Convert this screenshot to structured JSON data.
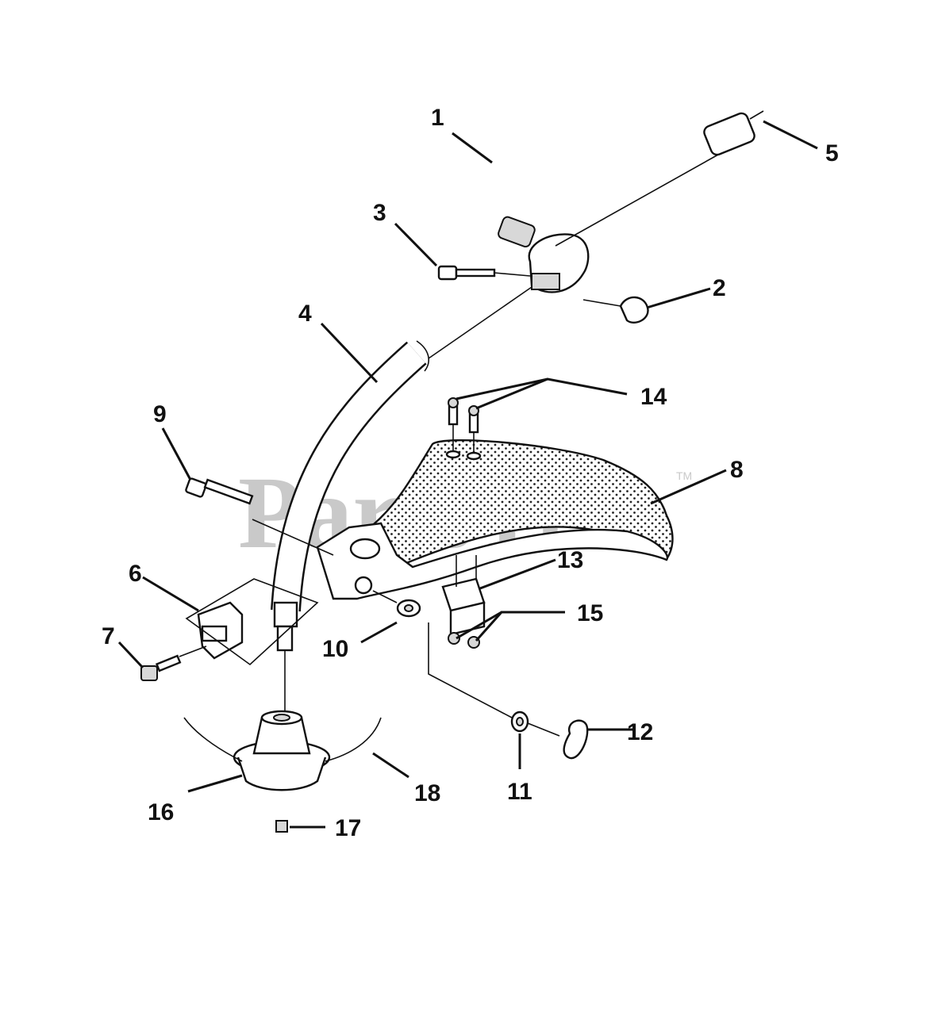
{
  "watermark": {
    "text": "PartsTree",
    "trademark": "TM"
  },
  "callouts": [
    {
      "id": "1",
      "label": "1"
    },
    {
      "id": "2",
      "label": "2"
    },
    {
      "id": "3",
      "label": "3"
    },
    {
      "id": "4",
      "label": "4"
    },
    {
      "id": "5",
      "label": "5"
    },
    {
      "id": "6",
      "label": "6"
    },
    {
      "id": "7",
      "label": "7"
    },
    {
      "id": "8",
      "label": "8"
    },
    {
      "id": "9",
      "label": "9"
    },
    {
      "id": "10",
      "label": "10"
    },
    {
      "id": "11",
      "label": "11"
    },
    {
      "id": "12",
      "label": "12"
    },
    {
      "id": "13",
      "label": "13"
    },
    {
      "id": "14",
      "label": "14"
    },
    {
      "id": "15",
      "label": "15"
    },
    {
      "id": "16",
      "label": "16"
    },
    {
      "id": "17",
      "label": "17"
    },
    {
      "id": "18",
      "label": "18"
    }
  ]
}
